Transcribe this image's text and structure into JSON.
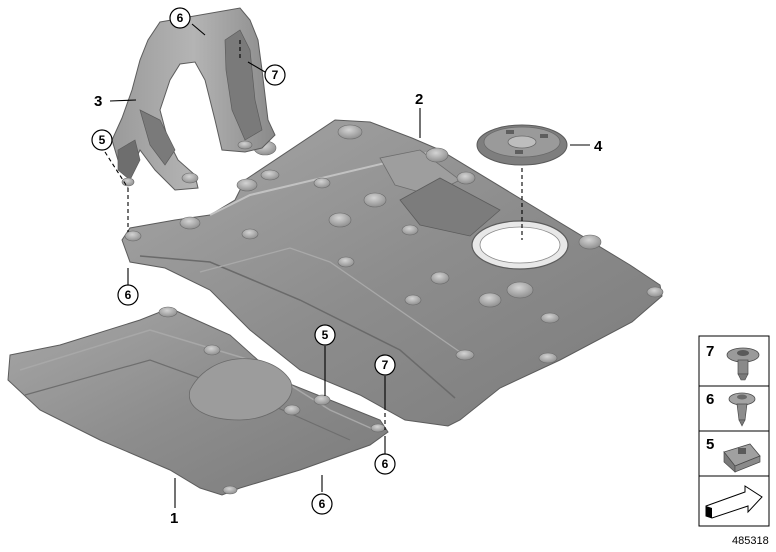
{
  "parts": {
    "p1": "1",
    "p2": "2",
    "p3": "3",
    "p4": "4"
  },
  "callouts": {
    "c6_top": "6",
    "c7_top": "7",
    "c5_left": "5",
    "c6_left": "6",
    "c5_mid": "5",
    "c7_mid": "7",
    "c6_mid": "6",
    "c6_bottom": "6"
  },
  "legend": {
    "items": [
      {
        "label": "7",
        "icon": "clip-nut-icon"
      },
      {
        "label": "6",
        "icon": "expanding-rivet-icon"
      },
      {
        "label": "5",
        "icon": "spring-nut-icon"
      }
    ],
    "arrow_icon": "arrow-icon"
  },
  "doc_number": "485318",
  "colors": {
    "panel": "#8e8e8e",
    "panel_light": "#b3b3b3",
    "panel_dark": "#6a6a6a"
  }
}
